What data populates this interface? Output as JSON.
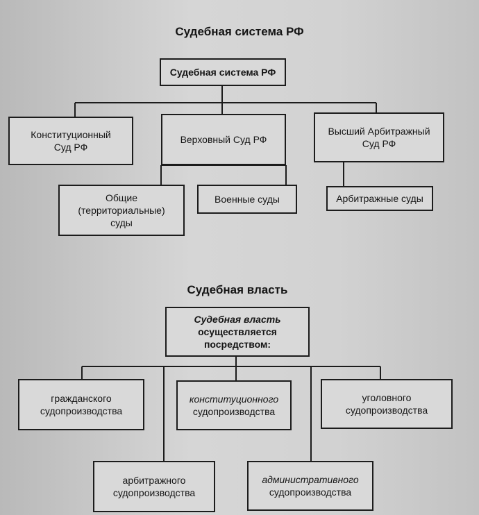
{
  "courts": {
    "title": "Судебная система РФ",
    "root": [
      "Судебная система РФ"
    ],
    "constitutional": [
      "Конституционный",
      "Суд РФ"
    ],
    "supreme": [
      "Верховный Суд РФ"
    ],
    "arbitration_high": [
      "Высший Арбитражный",
      "Суд РФ"
    ],
    "general": [
      "Общие",
      "(территориальные)",
      "суды"
    ],
    "military": [
      "Военные суды"
    ],
    "arbitration": [
      "Арбитражные суды"
    ]
  },
  "power": {
    "title": "Судебная власть",
    "root": [
      "Судебная власть",
      "осуществляется",
      "посредством:"
    ],
    "civil": [
      "гражданского",
      "судопроизводства"
    ],
    "constitutional": [
      "конституционного",
      "судопроизводства"
    ],
    "criminal": [
      "уголовного",
      "судопроизводства"
    ],
    "arbitration": [
      "арбитражного",
      "судопроизводства"
    ],
    "administrative": [
      "административного",
      "судопроизводства"
    ]
  }
}
